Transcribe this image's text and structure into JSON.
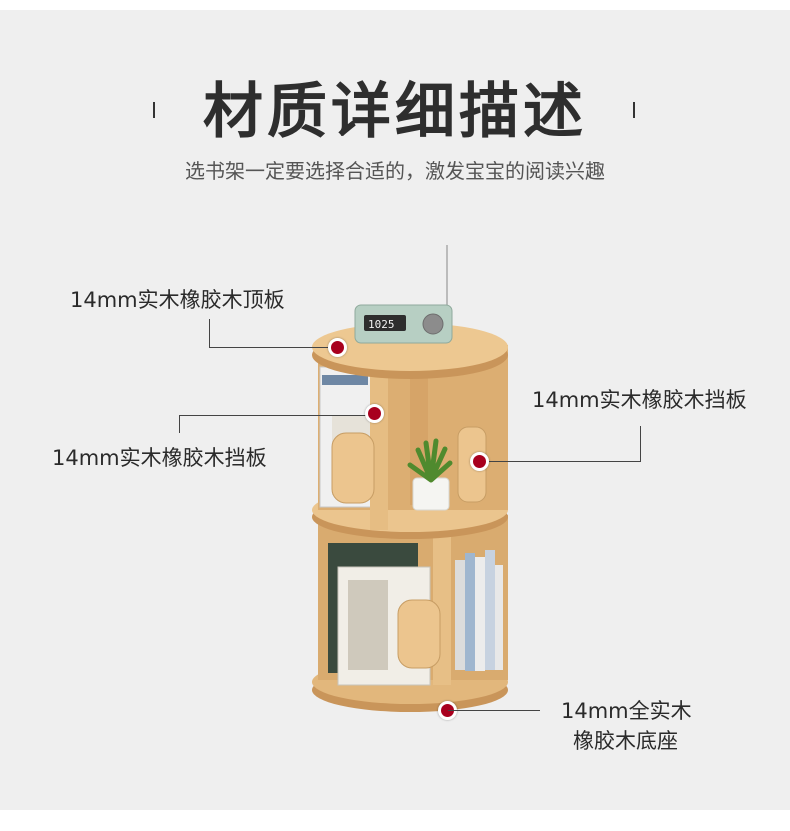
{
  "header": {
    "title": "材质详细描述",
    "subtitle": "选书架一定要选择合适的，激发宝宝的阅读兴趣"
  },
  "callouts": {
    "top_panel": "14mm实木橡胶木顶板",
    "left_divider": "14mm实木橡胶木挡板",
    "right_divider": "14mm实木橡胶木挡板",
    "base_line1": "14mm全实木",
    "base_line2": "橡胶木底座"
  },
  "radio_display": "1025",
  "colors": {
    "marker": "#a8001e",
    "wood": "#e2b77c",
    "background": "#efefef"
  }
}
